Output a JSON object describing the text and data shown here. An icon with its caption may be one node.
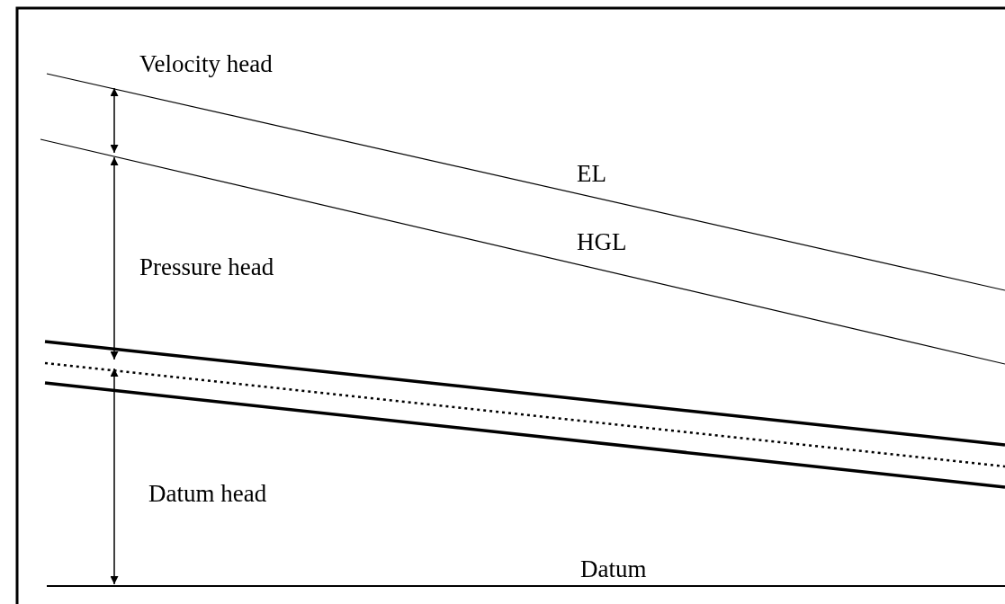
{
  "diagram": {
    "labels": [
      "Velocity head",
      "EL",
      "HGL",
      "Pressure head",
      "Datum head",
      "Datum"
    ]
  }
}
